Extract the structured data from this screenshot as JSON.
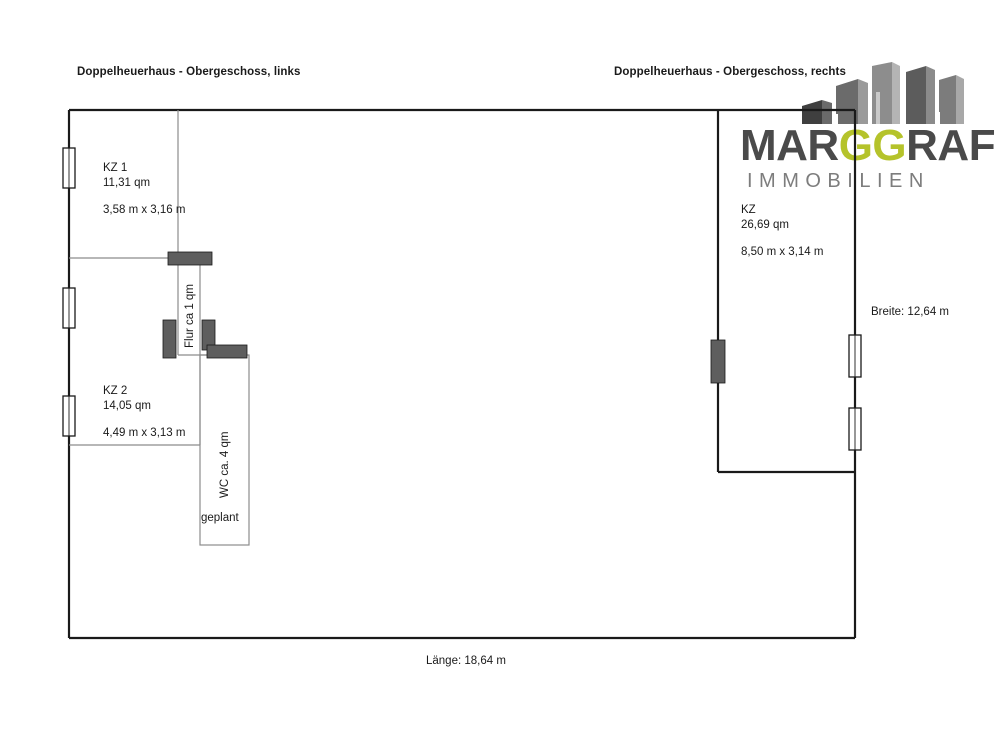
{
  "document": {
    "type": "floor-plan",
    "title_left": "Doppelheuerhaus - Obergeschoss, links",
    "title_right": "Doppelheuerhaus - Obergeschoss, rechts"
  },
  "logo": {
    "word_part_1": "MAR",
    "word_part_2": "GG",
    "word_part_3": "RAF",
    "subtitle": "IMMOBILIEN",
    "color_dark": "#4a4a4a",
    "color_accent": "#b5c32b",
    "building_colors": [
      "#4a4a4a",
      "#6e6e6e",
      "#8a8a8a",
      "#5c5c5c",
      "#9b9b9b",
      "#7a7a7a"
    ]
  },
  "rooms": [
    {
      "id": "kz1",
      "name": "KZ 1",
      "area": "11,31 qm",
      "dimensions": "3,58 m x 3,16 m"
    },
    {
      "id": "kz2",
      "name": "KZ 2",
      "area": "14,05 qm",
      "dimensions": "4,49 m x 3,13 m"
    },
    {
      "id": "kz-right",
      "name": "KZ",
      "area": "26,69 qm",
      "dimensions": "8,50 m x 3,14 m"
    }
  ],
  "annotations": {
    "flur": "Flur ca 1 qm",
    "wc": "WC ca. 4 qm",
    "geplant": "geplant"
  },
  "dimensions": {
    "length_label": "Länge: 18,64 m",
    "width_label": "Breite: 12,64 m"
  },
  "colors": {
    "wall_outline": "#1a1a1a",
    "wall_thin": "#8c8c8c",
    "door_fill": "#5e5e5e",
    "window_fill": "#ffffff",
    "background": "#ffffff"
  }
}
